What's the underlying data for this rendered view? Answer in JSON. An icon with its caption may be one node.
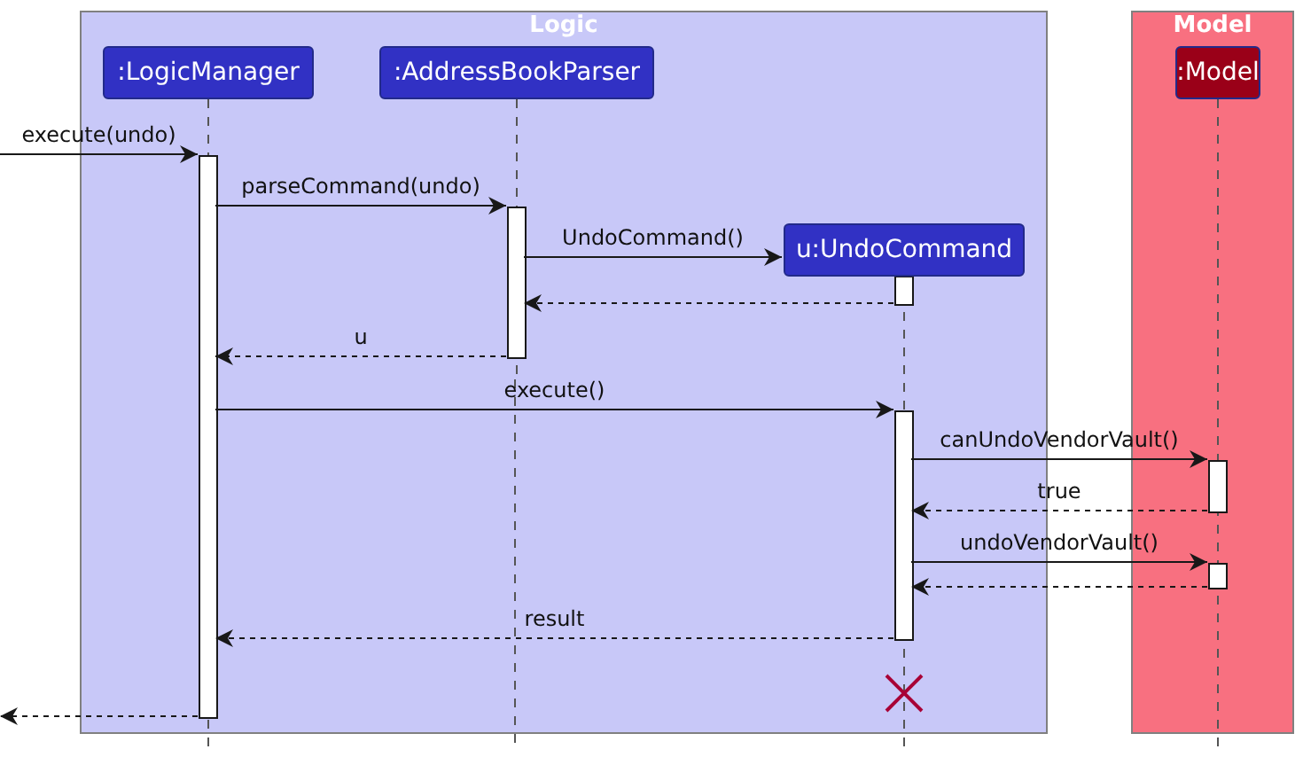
{
  "diagram": {
    "nodes": [
      {
        "text": [
          "Logic"
        ]
      },
      {
        "text": [
          ":LogicManager"
        ],
        "in": 0
      },
      {
        "text": [
          ":AddressBookParser"
        ],
        "in": 0
      },
      {
        "text": [
          "u:UndoCommand"
        ],
        "in": 0
      },
      {
        "text": [
          "Model"
        ]
      },
      {
        "text": [
          ":Model"
        ],
        "in": 4
      }
    ],
    "edges": [
      {
        "from": null,
        "to": 1,
        "arrow": "to",
        "label": "execute(undo)"
      },
      {
        "from": 1,
        "to": 2,
        "arrow": "to",
        "label": "parseCommand(undo)"
      },
      {
        "from": 2,
        "to": 3,
        "arrow": "to",
        "label": "UndoCommand()"
      },
      {
        "from": 3,
        "to": 2,
        "arrow": "to",
        "style": "dashed"
      },
      {
        "from": 2,
        "to": 1,
        "arrow": "to",
        "label": "u",
        "style": "dashed"
      },
      {
        "from": 1,
        "to": 3,
        "arrow": "to",
        "label": "execute()"
      },
      {
        "from": 3,
        "to": 5,
        "arrow": "to",
        "label": "canUndoVendorVault()"
      },
      {
        "from": 5,
        "to": 3,
        "arrow": "to",
        "label": "true",
        "style": "dashed"
      },
      {
        "from": 3,
        "to": 5,
        "arrow": "to",
        "label": "undoVendorVault()"
      },
      {
        "from": 5,
        "to": 3,
        "arrow": "to",
        "style": "dashed"
      },
      {
        "from": 3,
        "to": 1,
        "arrow": "to",
        "label": "result",
        "style": "dashed"
      },
      {
        "from": 1,
        "to": null,
        "arrow": "to",
        "style": "dashed"
      }
    ]
  }
}
